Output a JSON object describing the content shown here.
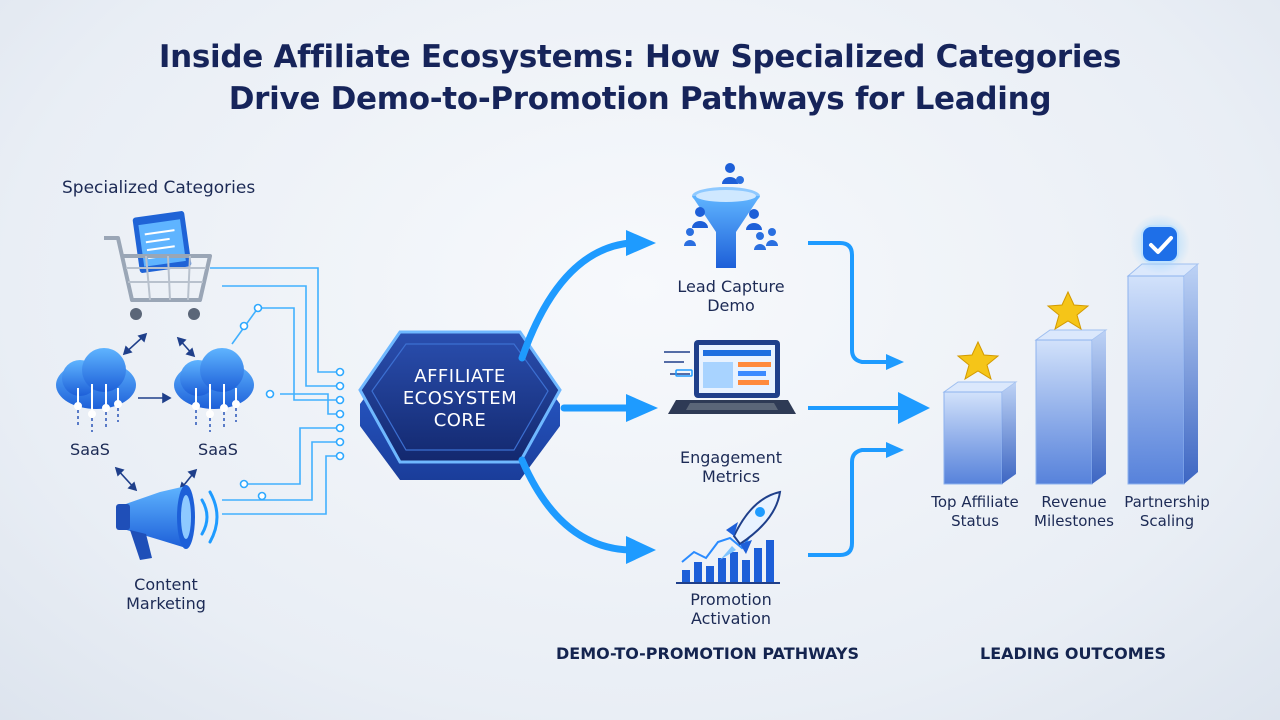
{
  "title": {
    "line1": "Inside Affiliate Ecosystems: How Specialized Categories",
    "line2": "Drive Demo-to-Promotion Pathways for Leading"
  },
  "categories": {
    "heading": "Specialized Categories",
    "saas_1": "SaaS",
    "saas_2": "SaaS",
    "content_marketing": [
      "Content",
      "Marketing"
    ]
  },
  "core": {
    "label": [
      "AFFILIATE",
      "ECOSYSTEM",
      "CORE"
    ]
  },
  "pathways": {
    "section_label": "DEMO-TO-PROMOTION PATHWAYS",
    "lead_capture": [
      "Lead Capture",
      "Demo"
    ],
    "engagement": [
      "Engagement",
      "Metrics"
    ],
    "promotion": [
      "Promotion",
      "Activation"
    ]
  },
  "outcomes": {
    "section_label": "LEADING OUTCOMES",
    "top_affiliate": [
      "Top Affiliate",
      "Status"
    ],
    "revenue": [
      "Revenue",
      "Milestones"
    ],
    "partnership": [
      "Partnership",
      "Scaling"
    ]
  },
  "colors": {
    "accent": "#1e9bff",
    "navy": "#16245a",
    "core_dark": "#17307e",
    "star": "#f5c518"
  }
}
